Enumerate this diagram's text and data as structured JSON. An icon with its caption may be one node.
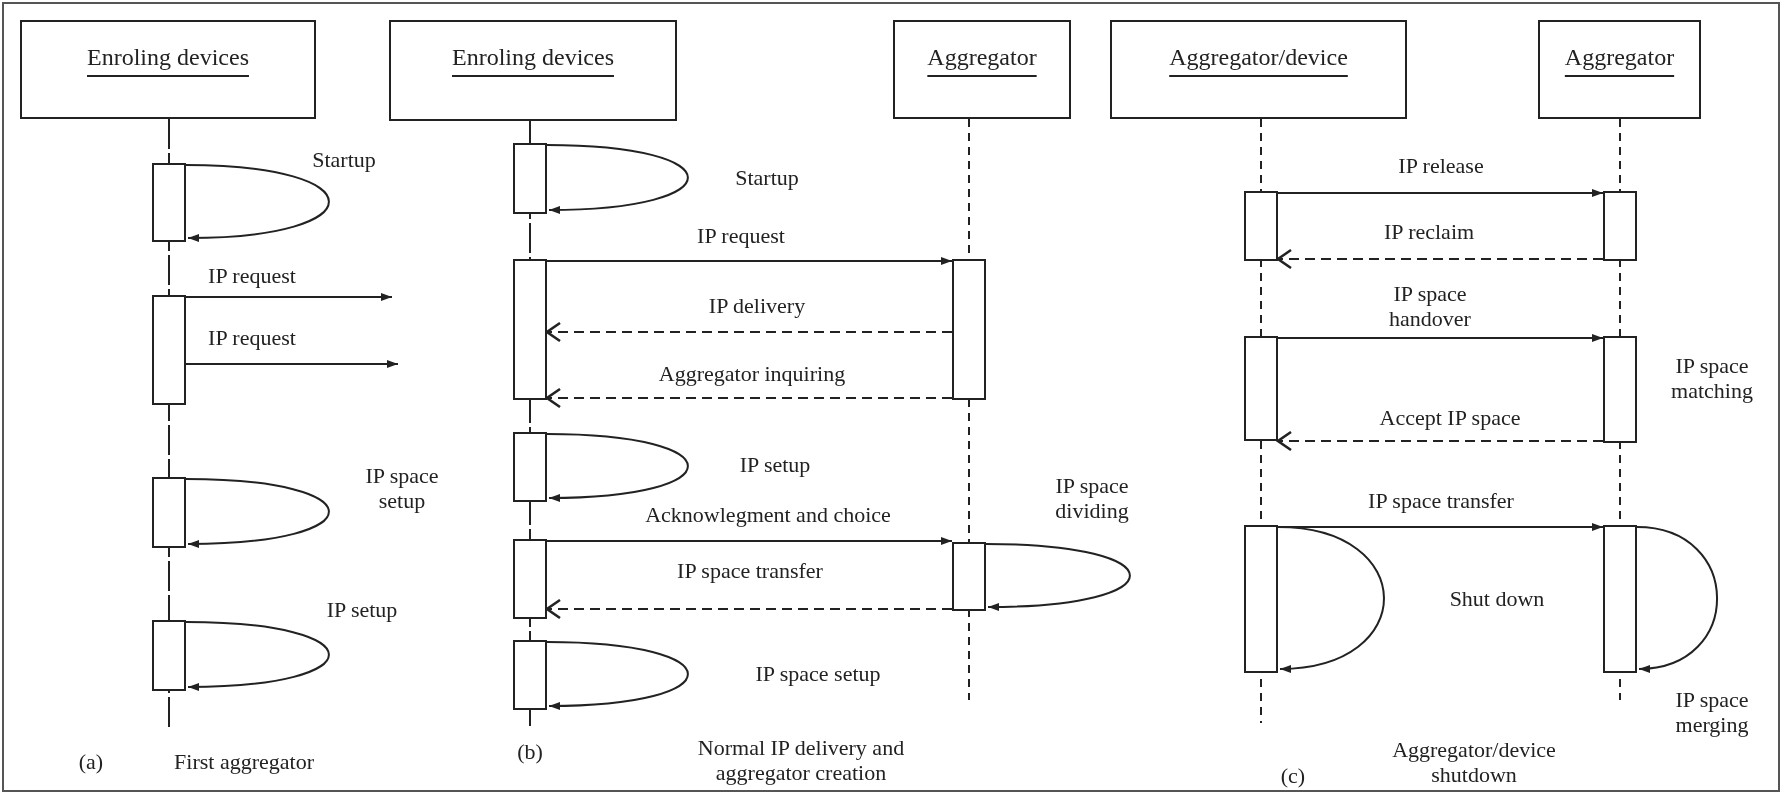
{
  "diagram": {
    "nodes": [
      {
        "text": [
          "Enroling devices"
        ]
      },
      {
        "text": [
          "Enroling devices"
        ]
      },
      {
        "text": [
          "Aggregator"
        ]
      },
      {
        "text": [
          "Aggregator/device"
        ]
      },
      {
        "text": [
          "Aggregator"
        ]
      },
      {
        "text": [],
        "shape": "bar"
      },
      {
        "text": [],
        "shape": "bar"
      },
      {
        "text": [],
        "shape": "bar"
      },
      {
        "text": [],
        "shape": "bar"
      },
      {
        "text": [],
        "shape": "bar"
      },
      {
        "text": [],
        "shape": "bar"
      },
      {
        "text": [],
        "shape": "bar"
      },
      {
        "text": [],
        "shape": "bar"
      },
      {
        "text": [],
        "shape": "bar"
      },
      {
        "text": [],
        "shape": "bar"
      },
      {
        "text": [],
        "shape": "bar"
      },
      {
        "text": [],
        "shape": "bar"
      },
      {
        "text": [],
        "shape": "bar"
      },
      {
        "text": [],
        "shape": "bar"
      },
      {
        "text": [],
        "shape": "bar"
      },
      {
        "text": [],
        "shape": "bar",
        "beside": [
          "IP space matching"
        ]
      },
      {
        "text": [],
        "shape": "bar"
      }
    ],
    "edges": [
      {
        "from": 5,
        "to": 5,
        "arrow": "to",
        "label": "Startup"
      },
      {
        "from": 6,
        "to": null,
        "arrow": "to",
        "label": "IP request"
      },
      {
        "from": 6,
        "to": null,
        "arrow": "to",
        "label": "IP request"
      },
      {
        "from": 7,
        "to": 7,
        "arrow": "to",
        "label": "IP space setup"
      },
      {
        "from": 8,
        "to": 8,
        "arrow": "to",
        "label": "IP setup"
      },
      {
        "from": 9,
        "to": 9,
        "arrow": "to",
        "label": "Startup"
      },
      {
        "from": 10,
        "to": 14,
        "arrow": "to",
        "label": "IP request"
      },
      {
        "from": 14,
        "to": 10,
        "arrow": "to",
        "label": "IP delivery",
        "style": "dashed"
      },
      {
        "from": 14,
        "to": 10,
        "arrow": "to",
        "label": "Aggregator inquiring",
        "style": "dashed"
      },
      {
        "from": 11,
        "to": 11,
        "arrow": "to",
        "label": "IP setup"
      },
      {
        "from": 12,
        "to": 15,
        "arrow": "to",
        "label": "Acknowlegment and choice"
      },
      {
        "from": 15,
        "to": 12,
        "arrow": "to",
        "label": "IP space transfer",
        "style": "dashed"
      },
      {
        "from": 13,
        "to": 13,
        "arrow": "to",
        "label": "IP space setup"
      },
      {
        "from": 15,
        "to": 15,
        "arrow": "to",
        "label": "IP space dividing"
      },
      {
        "from": 16,
        "to": 19,
        "arrow": "to",
        "label": "IP release"
      },
      {
        "from": 19,
        "to": 16,
        "arrow": "to",
        "label": "IP reclaim",
        "style": "dashed"
      },
      {
        "from": 17,
        "to": 20,
        "arrow": "to",
        "label": "IP space handover"
      },
      {
        "from": 20,
        "to": 17,
        "arrow": "to",
        "label": "Accept IP space",
        "style": "dashed"
      },
      {
        "from": 18,
        "to": 21,
        "arrow": "to",
        "label": "IP space transfer"
      },
      {
        "from": 18,
        "to": 18,
        "arrow": "to",
        "label": "Shut down"
      },
      {
        "from": 21,
        "to": 21,
        "arrow": "to",
        "label": "IP space merging"
      }
    ],
    "labels": [
      "(a)",
      "First aggregator",
      "(b)",
      "Normal IP delivery and aggregator creation",
      "(c)",
      "Aggregator/device shutdown"
    ]
  }
}
